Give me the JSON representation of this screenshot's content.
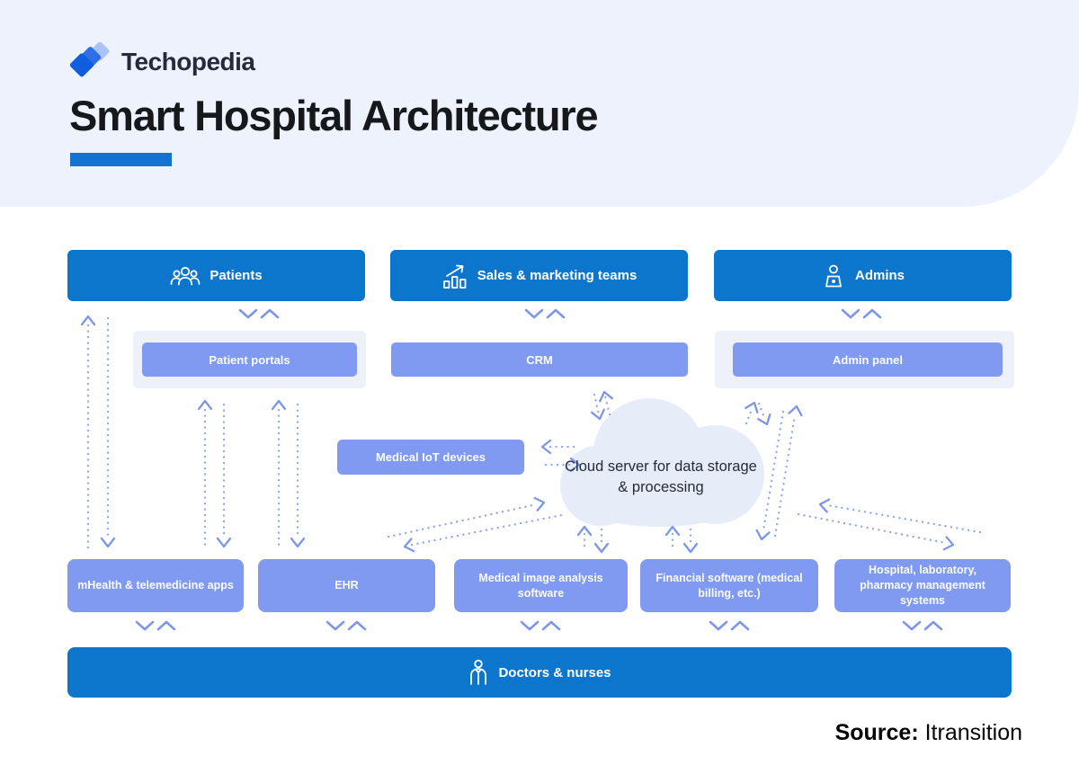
{
  "header": {
    "brand": "Techopedia",
    "title": "Smart Hospital Architecture"
  },
  "stakeholders": {
    "patients": "Patients",
    "sales": "Sales & marketing teams",
    "admins": "Admins"
  },
  "portals": {
    "patient_portals": "Patient portals",
    "crm": "CRM",
    "admin_panel": "Admin panel"
  },
  "middle": {
    "iot": "Medical IoT devices",
    "cloud": "Cloud server for data storage & processing"
  },
  "systems": {
    "mhealth": "mHealth & telemedicine apps",
    "ehr": "EHR",
    "imaging": "Medical image analysis software",
    "financial": "Financial software (medical billing, etc.)",
    "hospital_mgmt": "Hospital, laboratory, pharmacy management systems"
  },
  "staff": {
    "doctors": "Doctors & nurses"
  },
  "footer": {
    "source_label": "Source:",
    "source_value": "Itransition"
  },
  "colors": {
    "header_bg": "#edf2fc",
    "primary_blue": "#0b76cc",
    "light_blue": "#7f9af0",
    "panel_bg": "#eef1fa",
    "cloud_fill": "#e7ecf9",
    "accent_bar": "#1272cf",
    "arrow_blue": "#7c97e9",
    "title_text": "#17181b"
  }
}
